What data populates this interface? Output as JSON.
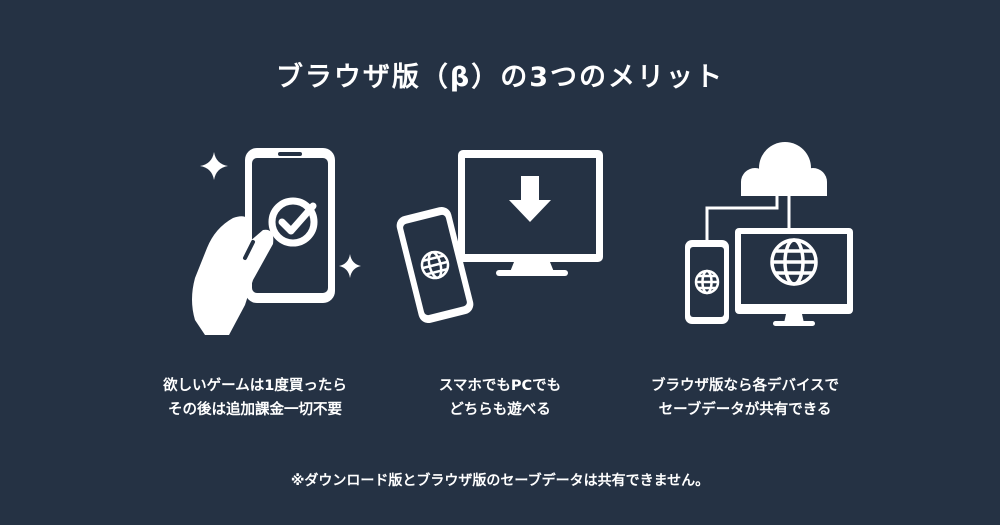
{
  "title": "ブラウザ版（β）の3つのメリット",
  "features": [
    {
      "icon": "hand-smartphone-check-icon",
      "caption_line1": "欲しいゲームは1度買ったら",
      "caption_line2": "その後は追加課金一切不要"
    },
    {
      "icon": "smartphone-pc-download-icon",
      "caption_line1": "スマホでもPCでも",
      "caption_line2": "どちらも遊べる"
    },
    {
      "icon": "cloud-sync-devices-icon",
      "caption_line1": "ブラウザ版なら各デバイスで",
      "caption_line2": "セーブデータが共有できる"
    }
  ],
  "footnote": "※ダウンロード版とブラウザ版のセーブデータは共有できません。",
  "colors": {
    "background": "#253244",
    "foreground": "#ffffff"
  }
}
